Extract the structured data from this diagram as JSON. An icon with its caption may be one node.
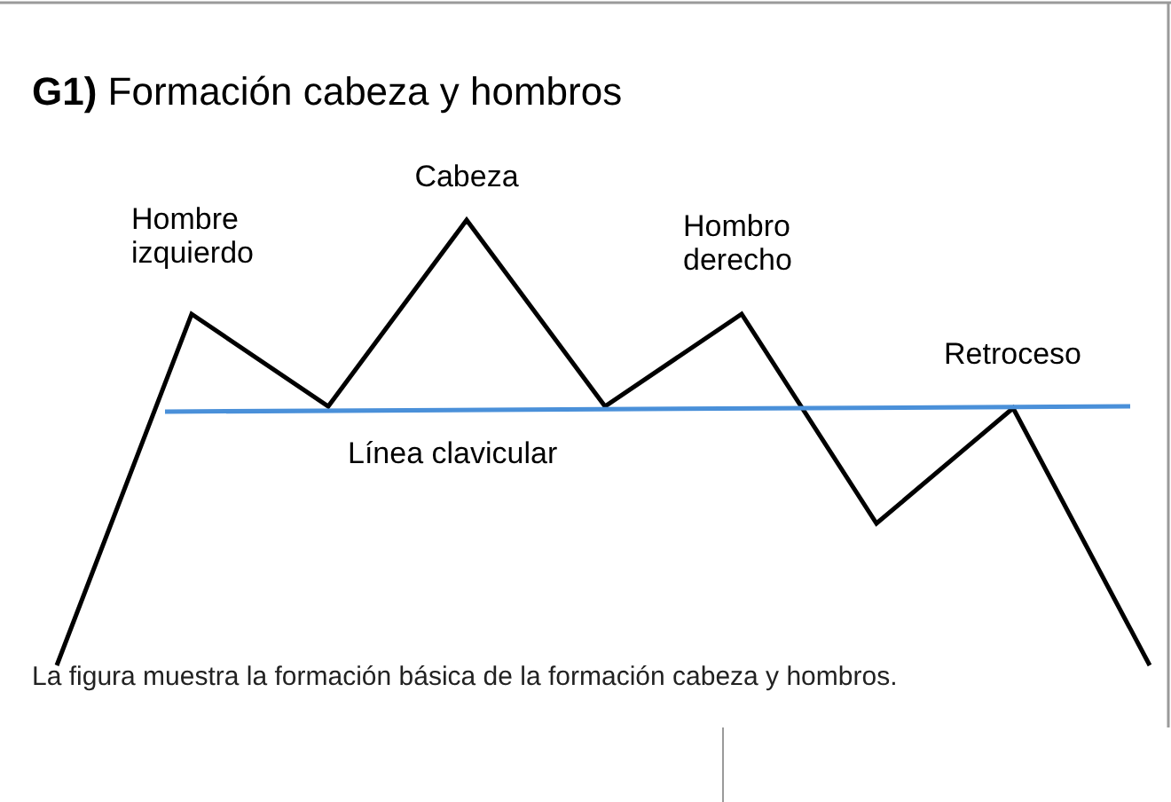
{
  "diagram": {
    "title": "**G1)** Formación cabeza y hombros",
    "labels": [
      "Cabeza",
      "Hombre izquierdo",
      "Hombro derecho",
      "Retroceso",
      "Línea clavicular"
    ],
    "caption": "La figura muestra la formación básica de la formación cabeza y hombros."
  }
}
